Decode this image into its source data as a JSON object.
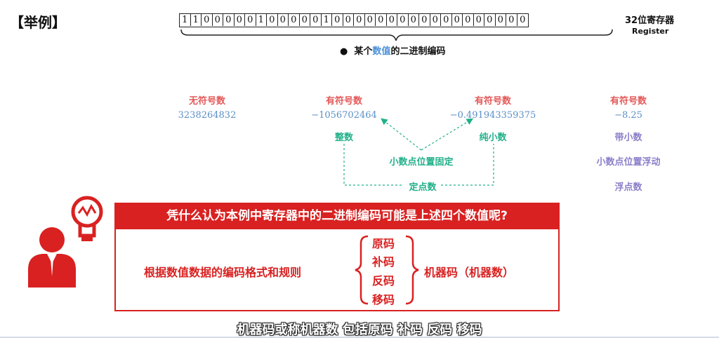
{
  "title": "【举例】",
  "register": {
    "bits": [
      "1",
      "1",
      "0",
      "0",
      "0",
      "0",
      "0",
      "1",
      "0",
      "0",
      "0",
      "0",
      "0",
      "1",
      "0",
      "0",
      "0",
      "0",
      "0",
      "0",
      "0",
      "0",
      "0",
      "0",
      "0",
      "0",
      "0",
      "0",
      "0",
      "0",
      "0",
      "0"
    ],
    "label": "32位寄存器",
    "sublabel": "Register"
  },
  "bullet": {
    "prefix": "某个",
    "highlight": "数值",
    "suffix": "的二进制编码"
  },
  "columns": [
    {
      "label": "无符号数",
      "value": "3238264832"
    },
    {
      "label": "有符号数",
      "value": "−1056702464",
      "kind": "整数"
    },
    {
      "label": "有符号数",
      "value": "−0.491943359375",
      "kind": "纯小数"
    },
    {
      "label": "有符号数",
      "value": "−8.25",
      "kind": "带小数"
    }
  ],
  "fixed_point_note": "小数点位置固定",
  "fixed_point": "定点数",
  "floating_note": "小数点位置浮动",
  "floating_point": "浮点数",
  "question": "凭什么认为本例中寄存器中的二进制编码可能是上述四个数值呢?",
  "rule_text": "根据数值数据的编码格式和规则",
  "codes": [
    "原码",
    "补码",
    "反码",
    "移码"
  ],
  "machine_code": "机器码（机器数）",
  "caption": "机器码或称机器数 包括原码  补码  反码 移码",
  "colors": {
    "accent_red": "#d92121",
    "label_red": "#e45858",
    "value_blue": "#5b8fc7",
    "teal": "#21b08a",
    "purple": "#8a7fc9"
  }
}
